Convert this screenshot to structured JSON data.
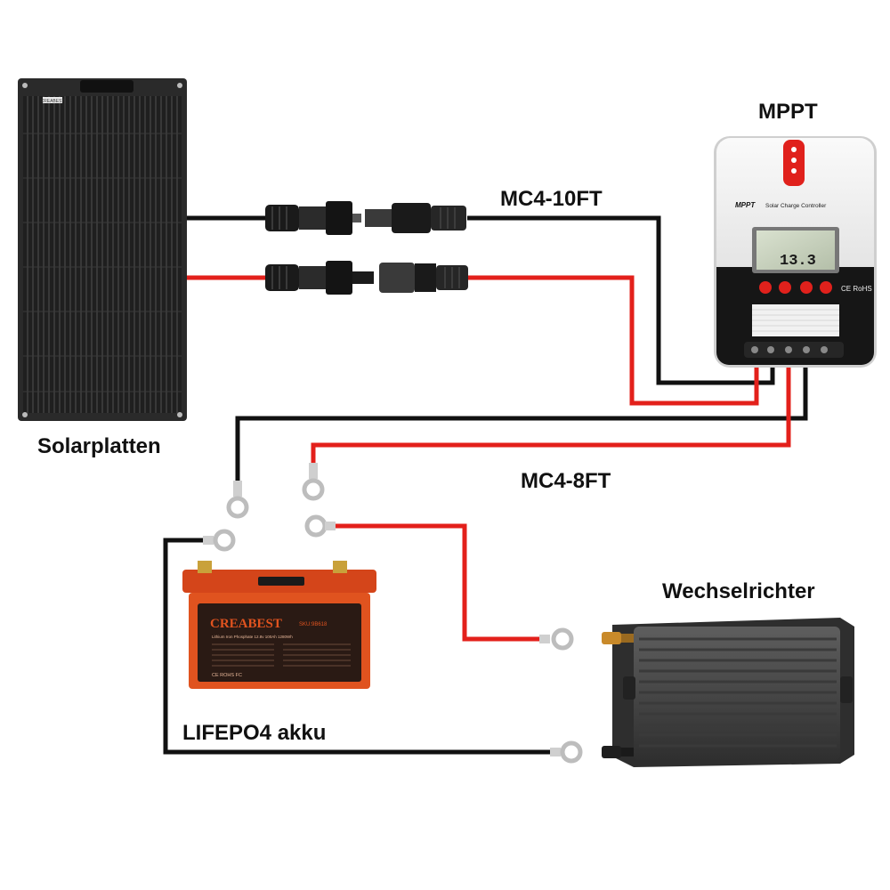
{
  "labels": {
    "solar_panel": "Solarplatten",
    "controller": "MPPT",
    "cable_panel": "MC4-10FT",
    "cable_battery": "MC4-8FT",
    "inverter": "Wechselrichter",
    "battery": "LIFEPO4 akku"
  },
  "panel_plate": "CREABEST",
  "controller_face": {
    "title": "Solar Charge Controller",
    "brand": "MPPT",
    "display_value": "13.3",
    "marks": "CE RoHS"
  },
  "battery_face": {
    "brand": "CREABEST",
    "sku": "SKU:9B618",
    "subtitle": "Lithium Iron Phosphate 12.8v 100Ah 1280Wh",
    "certs": "CE ROHS FC"
  },
  "colors": {
    "positive_wire": "#e3201b",
    "negative_wire": "#111111",
    "battery_case": "#e0531f",
    "battery_top": "#d4451a",
    "inverter_body": "#4a4a4a",
    "panel": "#2a2a2a"
  }
}
